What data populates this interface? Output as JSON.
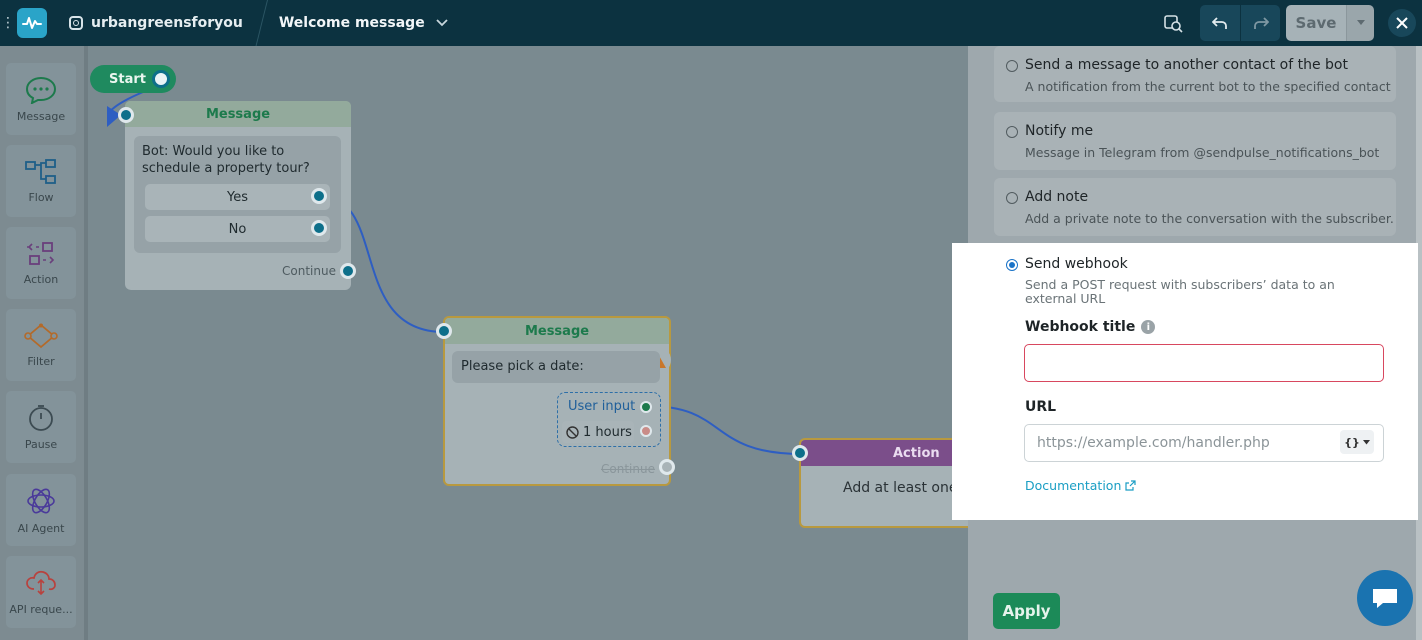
{
  "topbar": {
    "account": "urbangreensforyou",
    "flow_title": "Welcome message",
    "save_label": "Save"
  },
  "sidebar": {
    "items": [
      {
        "label": "Message",
        "icon": "message-icon"
      },
      {
        "label": "Flow",
        "icon": "flow-icon"
      },
      {
        "label": "Action",
        "icon": "action-icon"
      },
      {
        "label": "Filter",
        "icon": "filter-icon"
      },
      {
        "label": "Pause",
        "icon": "pause-icon"
      },
      {
        "label": "AI Agent",
        "icon": "ai-agent-icon"
      },
      {
        "label": "API reque...",
        "icon": "api-request-icon"
      }
    ]
  },
  "canvas": {
    "start_label": "Start",
    "message1": {
      "header": "Message",
      "text": "Bot: Would you like to schedule a property tour?",
      "buttons": [
        "Yes",
        "No"
      ],
      "continue": "Continue"
    },
    "message2": {
      "header": "Message",
      "text": "Please pick a date:",
      "user_input": "User input",
      "timeout": "1 hours",
      "continue": "Continue"
    },
    "action": {
      "header": "Action",
      "text": "Add at least one t"
    }
  },
  "panel": {
    "options": [
      {
        "title": "Send a message to another contact of the bot",
        "desc": "A notification from the current bot to the specified contact"
      },
      {
        "title": "Notify me",
        "desc": "Message in Telegram from @sendpulse_notifications_bot"
      },
      {
        "title": "Add note",
        "desc": "Add a private note to the conversation with the subscriber."
      }
    ],
    "webhook": {
      "title": "Send webhook",
      "desc": "Send a POST request with subscribers’ data to an external URL",
      "webhook_title_label": "Webhook title",
      "webhook_title_value": "",
      "url_label": "URL",
      "url_placeholder": "https://example.com/handler.php",
      "url_value": "",
      "var_button": "{}",
      "doc_link": "Documentation"
    },
    "apply_label": "Apply"
  },
  "colors": {
    "topbar": "#0c3240",
    "accent_green": "#1c8a58",
    "link_blue": "#1a9ec4",
    "error_red": "#d8475f",
    "action_purple": "#7b4e8a"
  }
}
